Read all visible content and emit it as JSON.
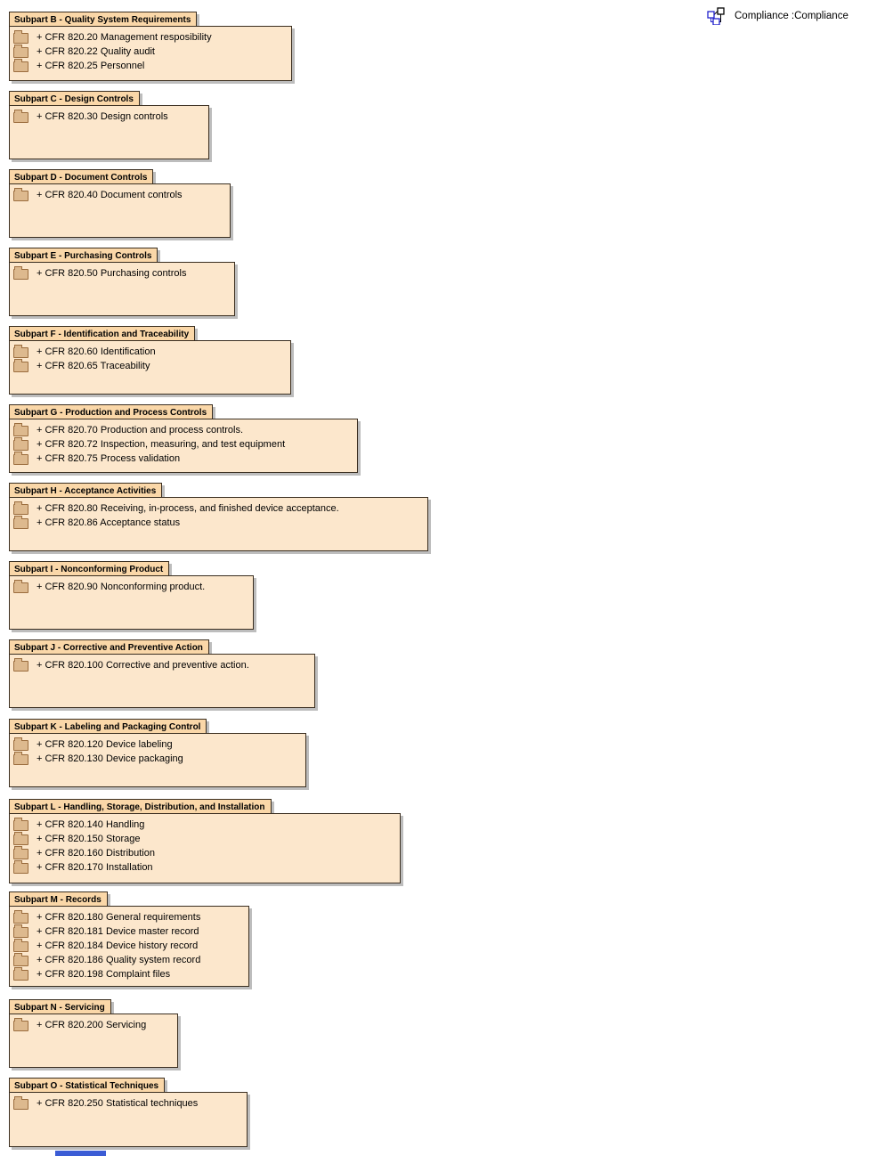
{
  "header": {
    "instance_label": "Compliance :Compliance",
    "icon": "composite-structure-icon"
  },
  "colors": {
    "tab_fill": "#FAD7A8",
    "body_fill": "#FCE7CC",
    "border": "#3A2E20",
    "folder_fill": "#DDB98E",
    "folder_border": "#9A6C3D",
    "shadow": "#BDBDBD",
    "icon_blue": "#2222CC",
    "icon_black": "#000000",
    "bottom_strip_blue": "#3B5CD5"
  },
  "packages": [
    {
      "title": "Subpart B - Quality System Requirements",
      "items": [
        "+ CFR 820.20 Management resposibility",
        "+ CFR 820.22 Quality audit",
        "+ CFR 820.25 Personnel"
      ]
    },
    {
      "title": "Subpart C - Design Controls",
      "items": [
        "+ CFR 820.30 Design controls"
      ]
    },
    {
      "title": "Subpart D - Document Controls",
      "items": [
        "+ CFR 820.40 Document controls"
      ]
    },
    {
      "title": "Subpart E - Purchasing Controls",
      "items": [
        "+ CFR 820.50 Purchasing controls"
      ]
    },
    {
      "title": "Subpart F - Identification and Traceability",
      "items": [
        "+ CFR 820.60 Identification",
        "+ CFR 820.65 Traceability"
      ]
    },
    {
      "title": "Subpart G - Production and Process Controls",
      "items": [
        "+ CFR 820.70 Production and process controls.",
        "+ CFR 820.72 Inspection, measuring, and test equipment",
        "+ CFR 820.75 Process validation"
      ]
    },
    {
      "title": "Subpart H - Acceptance Activities",
      "items": [
        "+ CFR 820.80 Receiving, in-process, and finished device acceptance.",
        "+ CFR 820.86 Acceptance status"
      ]
    },
    {
      "title": "Subpart I - Nonconforming Product",
      "items": [
        "+ CFR 820.90 Nonconforming product."
      ]
    },
    {
      "title": "Subpart J - Corrective and Preventive Action",
      "items": [
        "+ CFR 820.100 Corrective and preventive action."
      ]
    },
    {
      "title": "Subpart K - Labeling and Packaging Control",
      "items": [
        "+ CFR 820.120 Device labeling",
        "+ CFR 820.130 Device packaging"
      ]
    },
    {
      "title": "Subpart L - Handling, Storage, Distribution, and Installation",
      "items": [
        "+ CFR 820.140 Handling",
        "+ CFR 820.150 Storage",
        "+ CFR 820.160 Distribution",
        "+ CFR 820.170 Installation"
      ]
    },
    {
      "title": "Subpart M - Records",
      "items": [
        "+ CFR 820.180 General requirements",
        "+ CFR 820.181 Device master record",
        "+ CFR 820.184 Device history record",
        "+ CFR 820.186 Quality system record",
        "+ CFR 820.198 Complaint files"
      ]
    },
    {
      "title": "Subpart N - Servicing",
      "items": [
        "+ CFR 820.200 Servicing"
      ]
    },
    {
      "title": "Subpart O - Statistical Techniques",
      "items": [
        "+ CFR 820.250 Statistical techniques"
      ]
    }
  ]
}
